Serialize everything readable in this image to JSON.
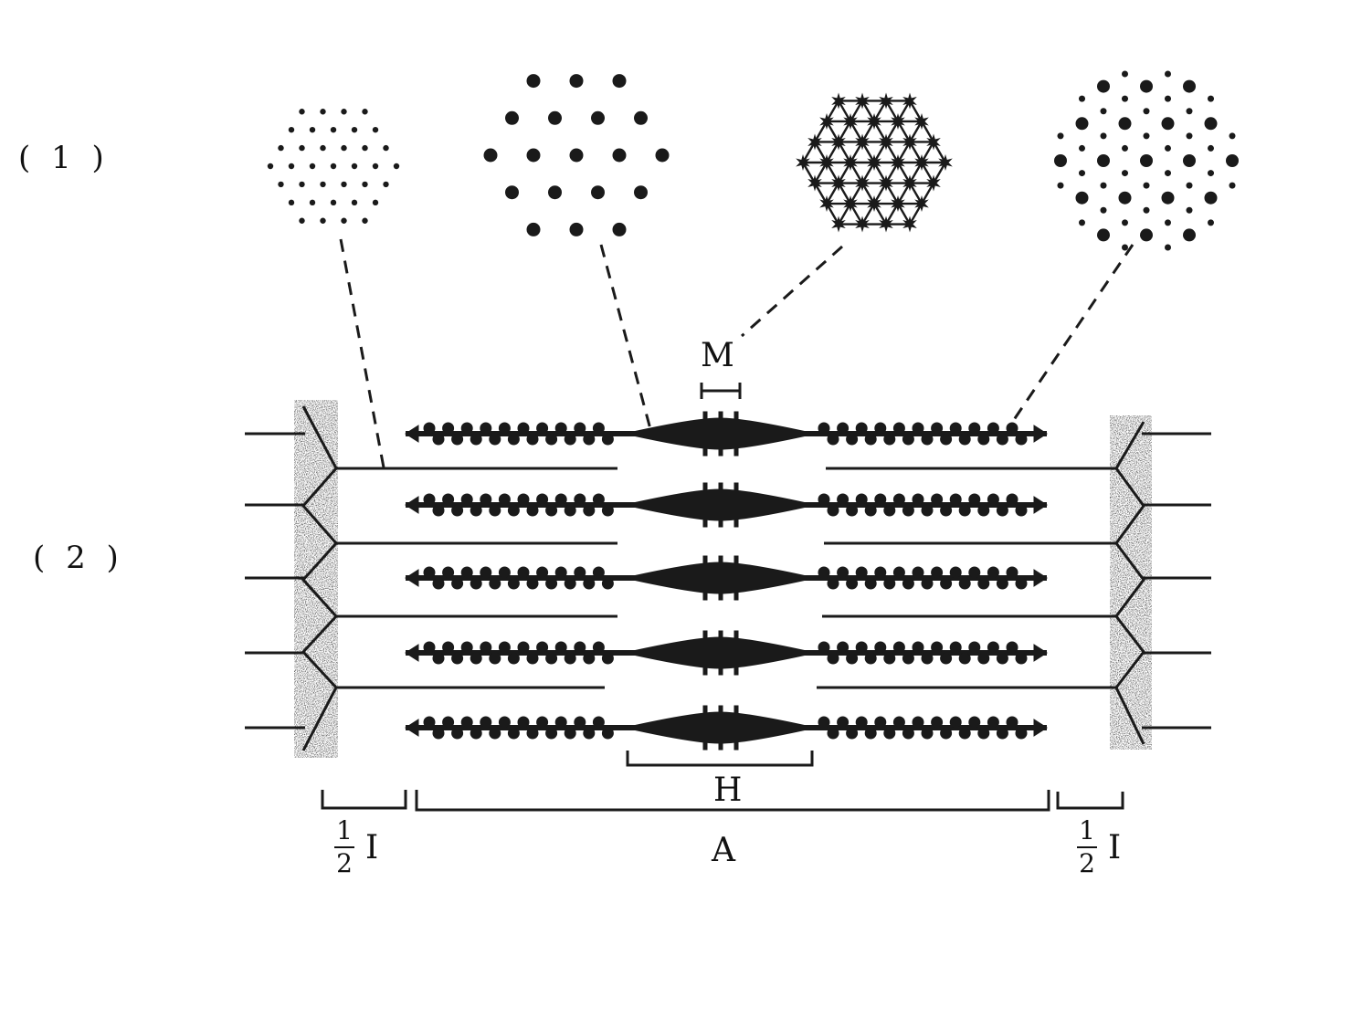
{
  "labels": {
    "panel1": "( 1 )",
    "panel2": "( 2 )",
    "M": "M",
    "H": "H",
    "A": "A",
    "half_num": "1",
    "half_den": "2",
    "I": "I"
  },
  "colors": {
    "ink": "#1a1a1a",
    "background": "#ffffff"
  }
}
